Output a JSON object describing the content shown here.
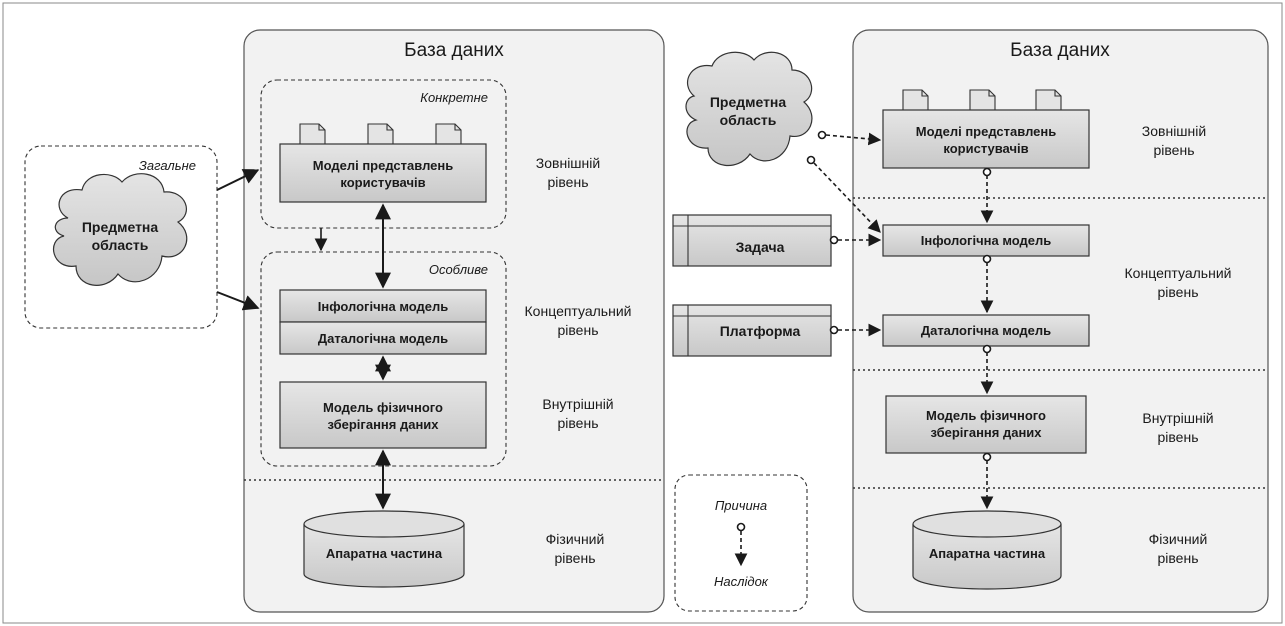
{
  "left": {
    "db_title": "База даних",
    "general_label": "Загальне",
    "subject_area": [
      "Предметна",
      "область"
    ],
    "concrete_label": "Конкретне",
    "special_label": "Особливе",
    "user_models": [
      "Моделі представлень",
      "користувачів"
    ],
    "infological": "Інфологічна модель",
    "datalogical": "Даталогічна модель",
    "physical_model": [
      "Модель фізичного",
      "зберігання даних"
    ],
    "hardware": "Апаратна частина",
    "levels": {
      "external": [
        "Зовнішній",
        "рівень"
      ],
      "conceptual": [
        "Концептуальний",
        "рівень"
      ],
      "internal": [
        "Внутрішній",
        "рівень"
      ],
      "physical": [
        "Фізичний",
        "рівень"
      ]
    }
  },
  "legend": {
    "cause": "Причина",
    "effect": "Наслідок"
  },
  "right": {
    "db_title": "База даних",
    "subject_area": [
      "Предметна",
      "область"
    ],
    "task": "Задача",
    "platform": "Платформа",
    "user_models": [
      "Моделі представлень",
      "користувачів"
    ],
    "infological": "Інфологічна модель",
    "datalogical": "Даталогічна модель",
    "physical_model": [
      "Модель фізичного",
      "зберігання даних"
    ],
    "hardware": "Апаратна частина",
    "levels": {
      "external": [
        "Зовнішній",
        "рівень"
      ],
      "conceptual": [
        "Концептуальний",
        "рівень"
      ],
      "internal": [
        "Внутрішній",
        "рівень"
      ],
      "physical": [
        "Фізичний",
        "рівень"
      ]
    }
  },
  "colors": {
    "panel_fill": "#f2f2f2",
    "box_fill": "#d9d9d9",
    "cloud_fill": "#dcdcdc",
    "stroke": "#333333",
    "frame": "#888888"
  }
}
